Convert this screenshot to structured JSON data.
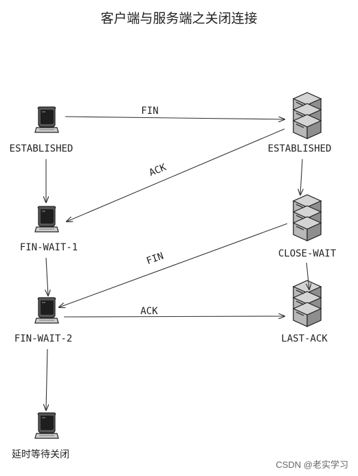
{
  "title": "客户端与服务端之关闭连接",
  "watermark": "CSDN @老实学习",
  "client": {
    "states": [
      "ESTABLISHED",
      "FIN-WAIT-1",
      "FIN-WAIT-2",
      "延时等待关闭"
    ]
  },
  "server": {
    "states": [
      "ESTABLISHED",
      "CLOSE-WAIT",
      "LAST-ACK"
    ]
  },
  "messages": [
    {
      "label": "FIN",
      "from": "client-established",
      "to": "server-established"
    },
    {
      "label": "ACK",
      "from": "server-established",
      "to": "client-fin-wait-1"
    },
    {
      "label": "FIN",
      "from": "server-close-wait",
      "to": "client-fin-wait-2"
    },
    {
      "label": "ACK",
      "from": "client-fin-wait-2",
      "to": "server-last-ack"
    }
  ],
  "icons": {
    "client": "monitor-icon",
    "server": "server-stack-icon"
  },
  "colors": {
    "line": "#333333",
    "icon_dark": "#3a3a3a",
    "icon_light": "#c8c8c8"
  }
}
